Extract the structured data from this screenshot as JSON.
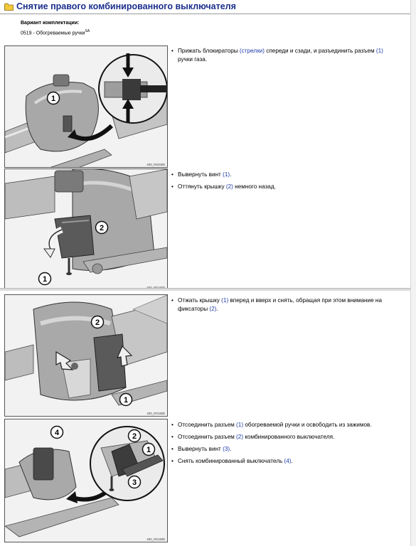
{
  "header": {
    "title": "Снятие правого комбинированного выключателя",
    "folder_icon": "folder-icon",
    "title_color": "#1b2f8c"
  },
  "variant": {
    "label": "Вариант комплектации:",
    "value": "0519 -  Обогреваемые ручки",
    "value_sup": "SA"
  },
  "link_color": "#1d3aa8",
  "sections": [
    {
      "figure_code": "400_R0206b",
      "callouts": [
        "1"
      ],
      "steps": [
        [
          "Прижать блокираторы ",
          {
            "ref": "(стрелки)"
          },
          " спереди и сзади, и разъединить разъем ",
          {
            "ref": "(1)"
          },
          " ручки газа."
        ]
      ]
    },
    {
      "figure_code": "400_R0160b",
      "callouts": [
        "1",
        "2"
      ],
      "steps": [
        [
          "Вывернуть винт ",
          {
            "ref": "(1)"
          },
          "."
        ],
        [
          "Оттянуть крышку ",
          {
            "ref": "(2)"
          },
          " немного назад."
        ]
      ]
    },
    {
      "figure_code": "400_R0168b",
      "callouts": [
        "1",
        "2"
      ],
      "steps": [
        [
          "Отжать крышку ",
          {
            "ref": "(1)"
          },
          " вперед и вверх и снять, обращая при этом внимание на фиксаторы ",
          {
            "ref": "(2)"
          },
          "."
        ]
      ]
    },
    {
      "figure_code": "400_R0169b",
      "callouts": [
        "1",
        "2",
        "3",
        "4"
      ],
      "steps": [
        [
          "Отсоединить разъем ",
          {
            "ref": "(1)"
          },
          " обогреваемой ручки и освободить из зажимов."
        ],
        [
          "Отсоединить разъем ",
          {
            "ref": "(2)"
          },
          " комбинированного выключателя."
        ],
        [
          "Вывернуть винт ",
          {
            "ref": "(3)"
          },
          "."
        ],
        [
          "Снять комбинированный выключатель ",
          {
            "ref": "(4)"
          },
          "."
        ]
      ]
    }
  ]
}
